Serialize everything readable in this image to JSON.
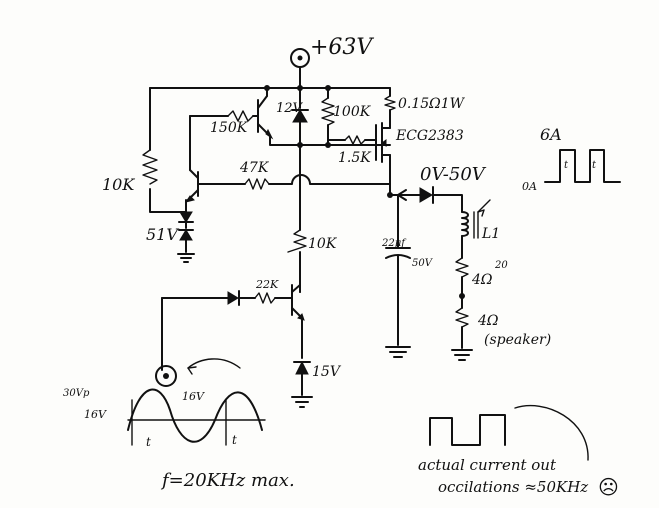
{
  "labels": {
    "supply": "+63V",
    "r_shunt": "0.15Ω1W",
    "mosfet": "ECG2383",
    "r_150k": "150K",
    "zener_12v": "12V",
    "r_100k": "100K",
    "r_15k": "1.5K",
    "r_10k_left": "10K",
    "r_47k": "47K",
    "zener_51v": "51V",
    "out_range": "0V-50V",
    "r_10k_mid": "10K",
    "cap_val": "22μf",
    "cap_volt": "50V",
    "inductor": "L1",
    "r_4ohm": "4Ω",
    "r_speaker_val": "4Ω",
    "speaker": "(speaker)",
    "r_22k": "22K",
    "zener_15v": "15V",
    "wave_30vp": "30Vp",
    "wave_16v_left": "16V",
    "wave_16v_right": "16V",
    "wave_t1": "t",
    "wave_t2": "t",
    "freq": "f=20KHz max.",
    "current_6a": "6A",
    "current_0a": "0A",
    "current_t1": "t",
    "current_t2": "t",
    "osc_line1": "actual current out",
    "osc_line2": "occilations ≈50KHz",
    "sad_face": "☹",
    "note_20": "20"
  }
}
